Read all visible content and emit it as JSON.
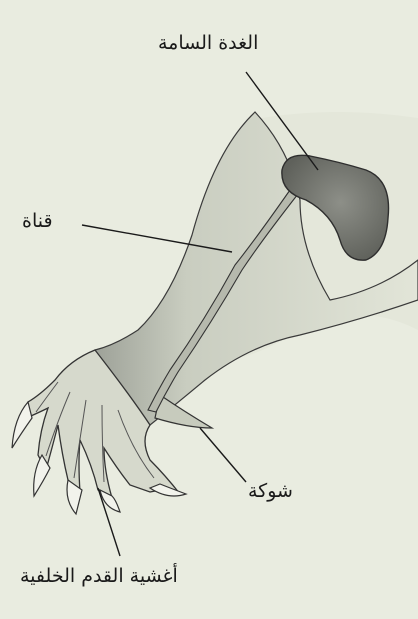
{
  "labels": {
    "venom_gland": "الغدة السامة",
    "duct": "قناة",
    "spur": "شوكة",
    "hind_foot_webbing": "أغشية القدم الخلفية"
  },
  "colors": {
    "background": "#e9ece0",
    "limb_fill": "#d8dccf",
    "limb_shade": "#9fa39a",
    "gland_fill": "#7f817b",
    "outline": "#333333",
    "leader_line": "#1a1a1a"
  }
}
